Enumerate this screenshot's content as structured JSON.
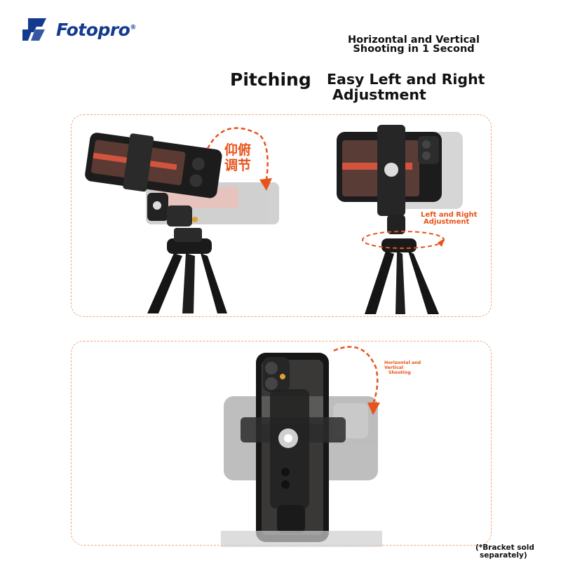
{
  "brand": {
    "name": "Fotopro",
    "reg": "®",
    "logo_color": "#143a8f"
  },
  "headline": {
    "hv_small_line1": "Horizontal and Vertical",
    "hv_small_line2": "Shooting in 1 Second",
    "pitching": "Pitching",
    "lr_line1": "Easy Left and Right",
    "lr_line2": "Adjustment"
  },
  "panel_top": {
    "pitch_label_line1": "仰俯",
    "pitch_label_line2": "调节",
    "lr_label_line1": "Left and Right",
    "lr_label_line2": "Adjustment"
  },
  "panel_bottom": {
    "hv_label_line1": "Horizontal and Vertical",
    "hv_label_line2": "Shooting"
  },
  "footnote": {
    "line1": "(*Bracket sold",
    "line2": "separately)"
  },
  "colors": {
    "accent": "#e8531b",
    "panel_border": "#f4a77c",
    "text": "#111111"
  },
  "icons": [
    "fotopro-logo-icon",
    "curved-arrow-icon",
    "rotation-ellipse-arrow-icon"
  ]
}
